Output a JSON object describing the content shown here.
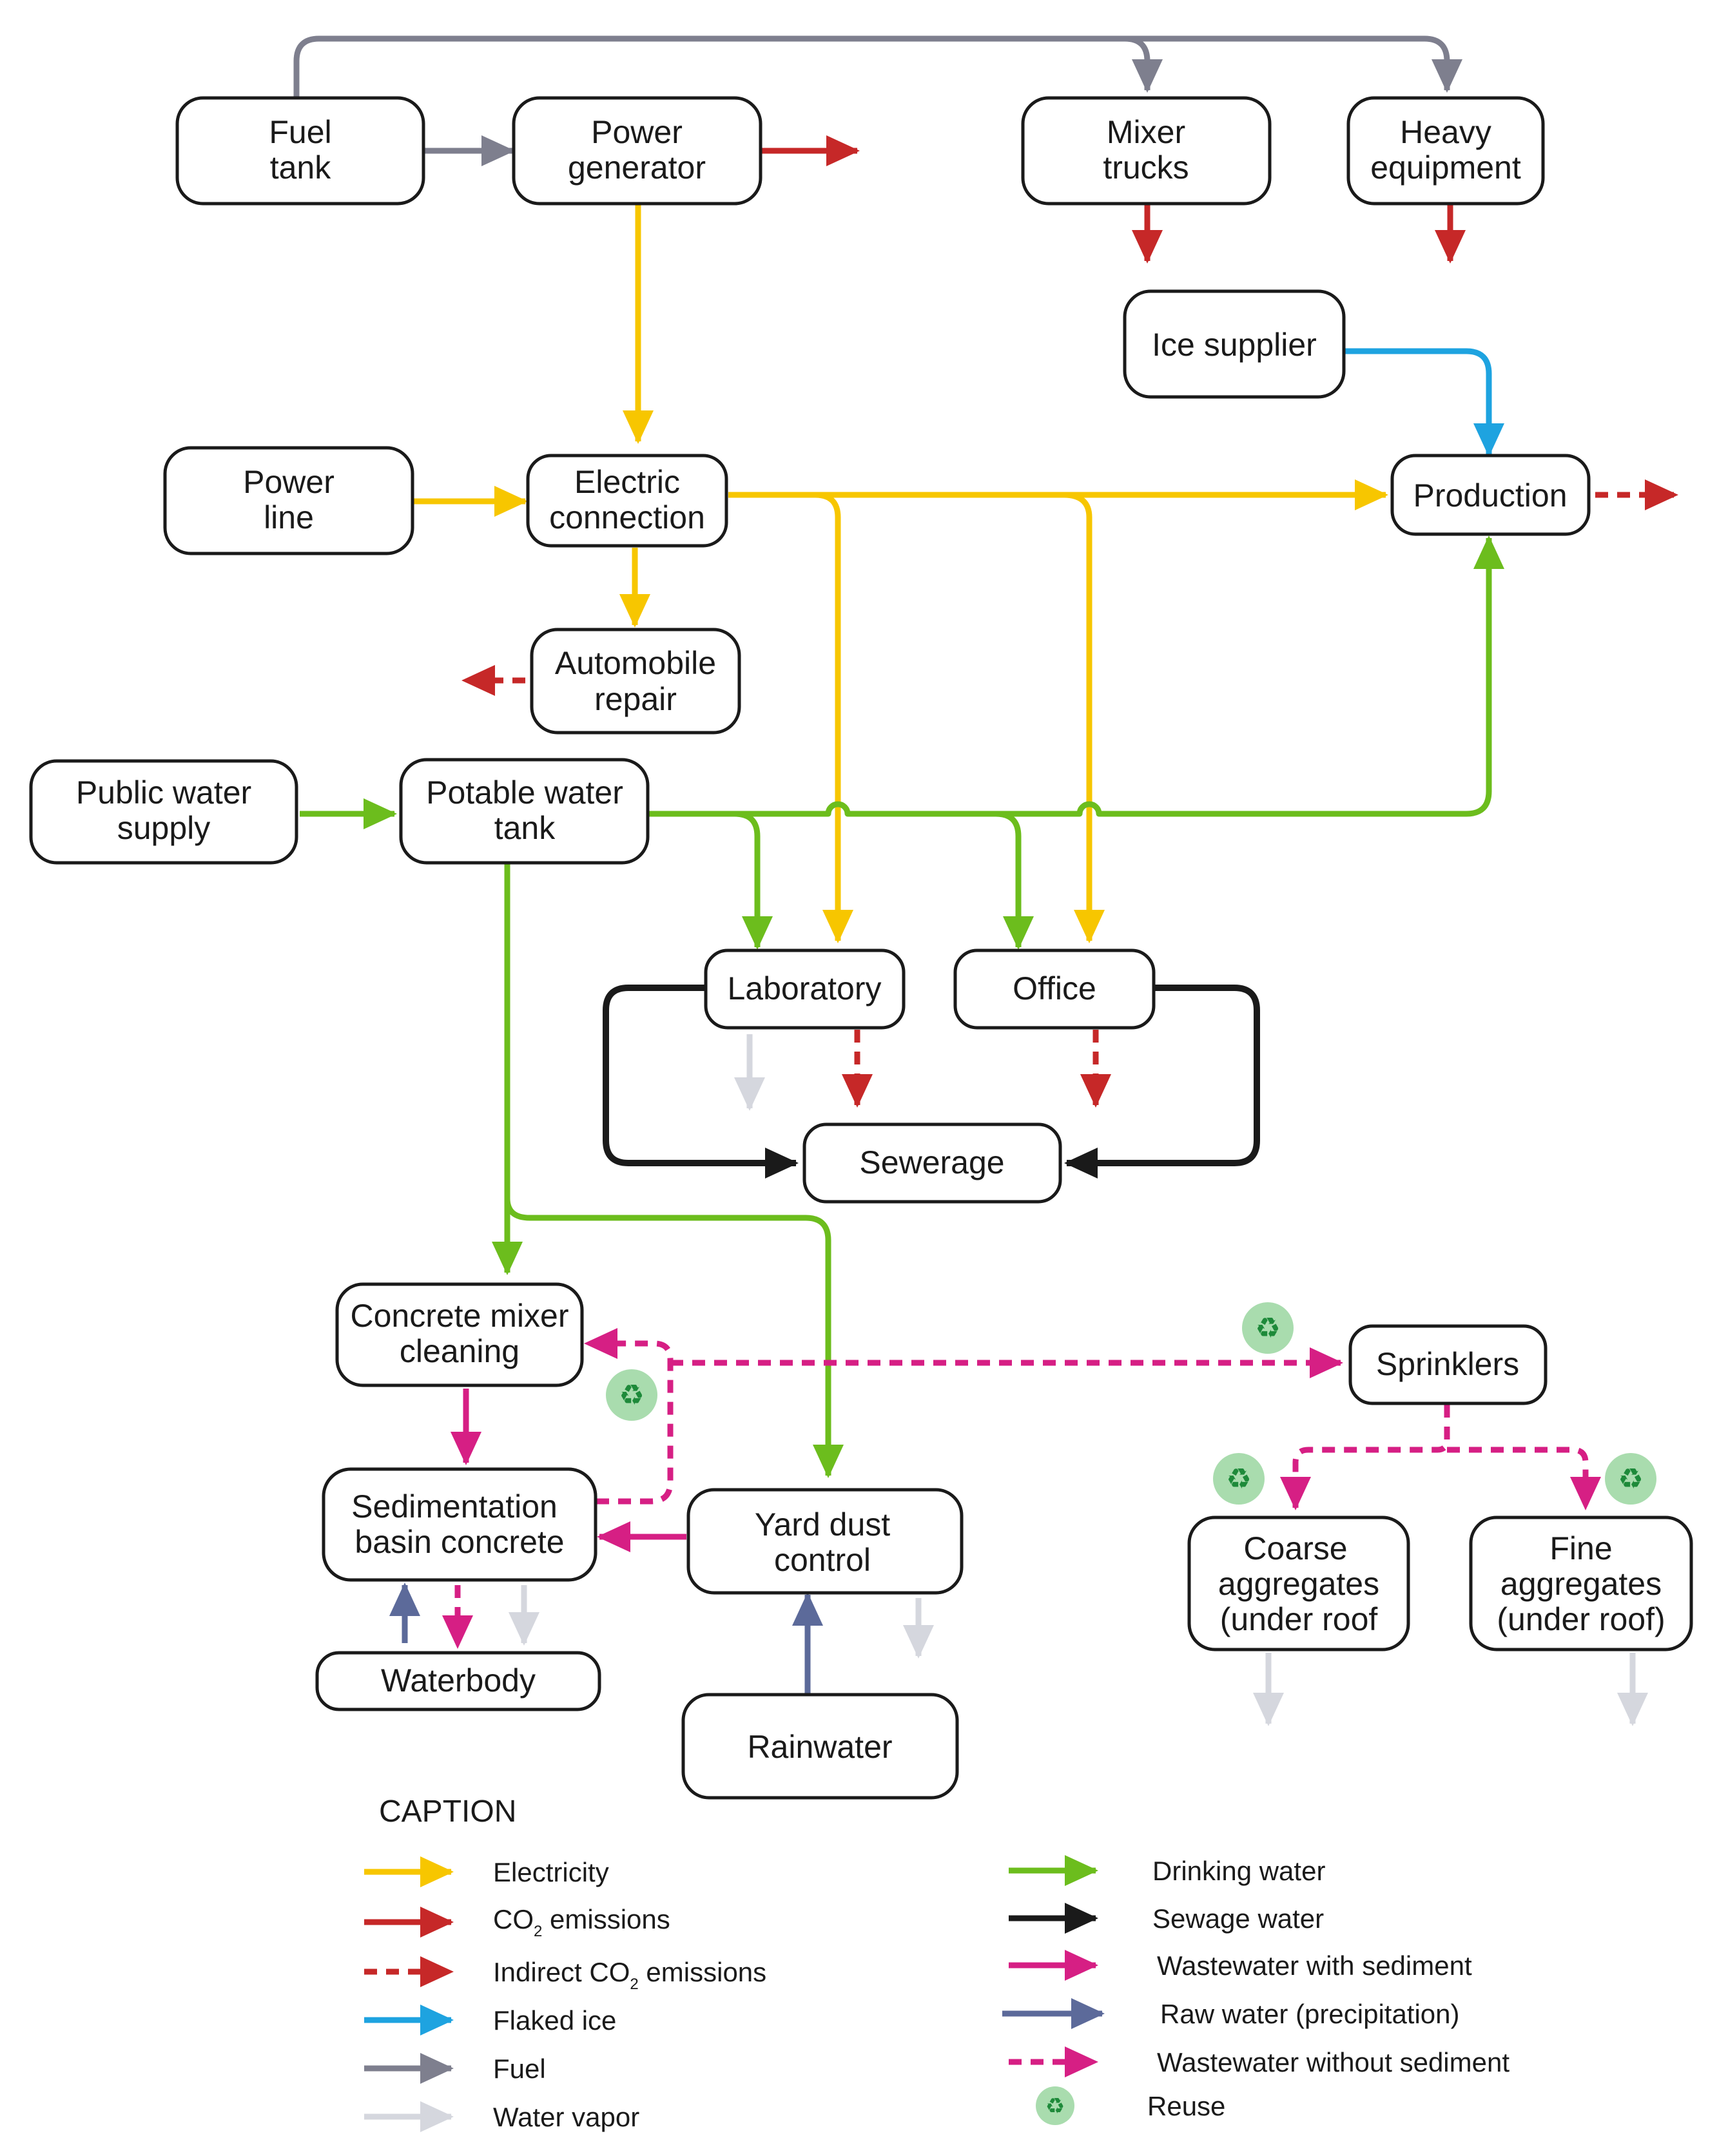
{
  "colors": {
    "electricity": "#f7c600",
    "co2": "#c62828",
    "flaked_ice": "#1ea3e0",
    "fuel": "#7e7f8e",
    "water_vapor": "#d5d7de",
    "drinking_water": "#6cbd1d",
    "sewage_water": "#1a1a1a",
    "wastewater": "#d61f84",
    "raw_water": "#5c6a9a",
    "reuse_bg": "#a9dcae"
  },
  "nodes": {
    "fuel_tank": [
      "Fuel",
      "tank"
    ],
    "power_generator": [
      "Power",
      "generator"
    ],
    "mixer_trucks": [
      "Mixer",
      "trucks"
    ],
    "heavy_equipment": [
      "Heavy",
      "equipment"
    ],
    "ice_supplier": [
      "Ice supplier"
    ],
    "power_line": [
      "Power",
      "line"
    ],
    "electric_connection": [
      "Electric",
      "connection"
    ],
    "production": [
      "Production"
    ],
    "automobile_repair": [
      "Automobile",
      "repair"
    ],
    "public_water_supply": [
      "Public water",
      "supply"
    ],
    "potable_water_tank": [
      "Potable water",
      "tank"
    ],
    "laboratory": [
      "Laboratory"
    ],
    "office": [
      "Office"
    ],
    "sewerage": [
      "Sewerage"
    ],
    "concrete_mixer_cleaning": [
      "Concrete mixer",
      "cleaning"
    ],
    "sprinklers": [
      "Sprinklers"
    ],
    "sedimentation_basin": [
      "Sedimentation",
      "basin  concrete"
    ],
    "yard_dust_control": [
      "Yard dust",
      "control"
    ],
    "coarse_aggregates": [
      "Coarse",
      "aggregates",
      "(under roof"
    ],
    "fine_aggregates": [
      "Fine",
      "aggregates",
      "(under roof)"
    ],
    "waterbody": [
      "Waterbody"
    ],
    "rainwater": [
      "Rainwater"
    ]
  },
  "caption": {
    "title": "CAPTION",
    "items": {
      "electricity": "Electricity",
      "co2_prefix": "CO",
      "co2_sub": "2",
      "co2_suffix": " emissions",
      "indirect_co2_prefix": "Indirect CO",
      "indirect_co2_sub": "2",
      "indirect_co2_suffix": " emissions",
      "flaked_ice": "Flaked ice",
      "fuel": "Fuel",
      "water_vapor": "Water vapor",
      "drinking_water": "Drinking water",
      "sewage_water": "Sewage water",
      "wastewater_with_sediment": "Wastewater with sediment",
      "raw_water": "Raw water (precipitation)",
      "wastewater_without_sediment": "Wastewater without sediment",
      "reuse": "Reuse"
    }
  },
  "icons": {
    "reuse": "recycle-icon"
  }
}
